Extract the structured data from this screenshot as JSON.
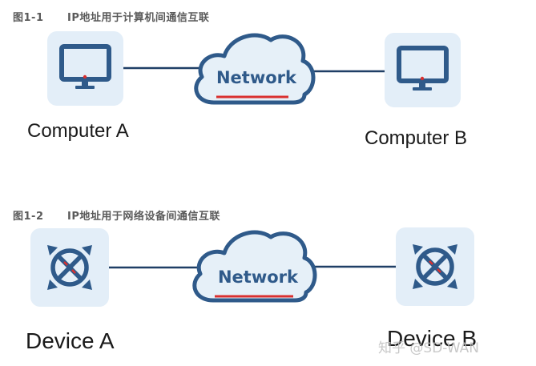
{
  "figure1": {
    "caption_number": "图1-1",
    "caption_title": "IP地址用于计算机间通信互联",
    "node_a_label": "Computer A",
    "node_b_label": "Computer B",
    "cloud_label": "Network",
    "node_a_icon": "monitor-icon",
    "node_b_icon": "monitor-icon"
  },
  "figure2": {
    "caption_number": "图1-2",
    "caption_title": "IP地址用于网络设备间通信互联",
    "node_a_label": "Device A",
    "node_b_label": "Device B",
    "cloud_label": "Network",
    "node_a_icon": "router-icon",
    "node_b_icon": "router-icon"
  },
  "watermark": "知乎 @SD-WAN",
  "colors": {
    "icon_blue": "#2f5a8a",
    "tile_bg": "#e3eef8",
    "cloud_fill": "#e6f0f8",
    "cloud_stroke": "#2f5a8a",
    "accent_red": "#d9302f",
    "link_line": "#1f3f66"
  }
}
